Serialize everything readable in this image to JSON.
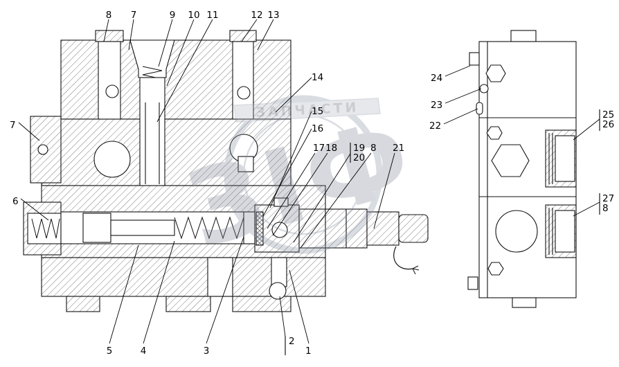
{
  "watermark": {
    "banner_text": "ЗАПЧАСТИ",
    "logo_text": "ЗІФ",
    "color": "#8590a0"
  },
  "callouts": {
    "top": [
      {
        "label": "8"
      },
      {
        "label": "7"
      },
      {
        "label": "9"
      },
      {
        "label": "10"
      },
      {
        "label": "11"
      },
      {
        "label": "12"
      },
      {
        "label": "13"
      }
    ],
    "right": [
      {
        "label": "14"
      },
      {
        "label": "15"
      },
      {
        "label": "16"
      },
      {
        "label": "17"
      },
      {
        "label": "18"
      },
      {
        "label": "19"
      },
      {
        "label": "20"
      },
      {
        "label": "8"
      },
      {
        "label": "21"
      }
    ],
    "left": [
      {
        "label": "7"
      },
      {
        "label": "6"
      }
    ],
    "bottom": [
      {
        "label": "5"
      },
      {
        "label": "4"
      },
      {
        "label": "3"
      },
      {
        "label": "2"
      },
      {
        "label": "1"
      }
    ],
    "side_left": [
      {
        "label": "24"
      },
      {
        "label": "23"
      },
      {
        "label": "22"
      }
    ],
    "side_right": [
      {
        "label": "25"
      },
      {
        "label": "26"
      },
      {
        "label": "27"
      },
      {
        "label": "8"
      }
    ]
  }
}
